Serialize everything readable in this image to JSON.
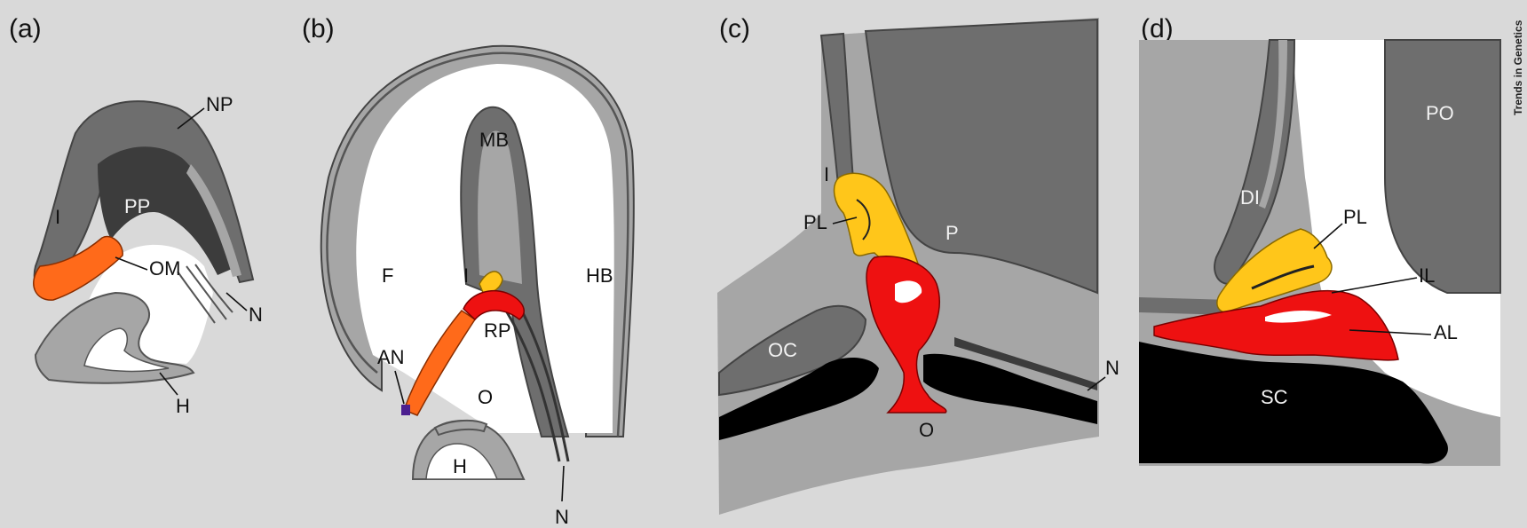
{
  "panels": {
    "a": {
      "tag": "(a)",
      "labels": {
        "np": "NP",
        "pp": "PP",
        "i": "I",
        "om": "OM",
        "n": "N",
        "h": "H"
      }
    },
    "b": {
      "tag": "(b)",
      "labels": {
        "mb": "MB",
        "f": "F",
        "hb": "HB",
        "i": "I",
        "rp": "RP",
        "an": "AN",
        "o": "O",
        "h": "H",
        "n": "N"
      }
    },
    "c": {
      "tag": "(c)",
      "labels": {
        "i": "I",
        "pl": "PL",
        "p": "P",
        "oc": "OC",
        "n": "N",
        "o": "O"
      }
    },
    "d": {
      "tag": "(d)",
      "labels": {
        "po": "PO",
        "di": "DI",
        "pl": "PL",
        "il": "IL",
        "al": "AL",
        "sc": "SC"
      }
    }
  },
  "credit": "Trends in Genetics",
  "colors": {
    "background": "#d9d9d9",
    "light_tissue": "#a6a6a6",
    "mid_tissue": "#6e6e6e",
    "dark_tissue": "#3c3c3c",
    "black": "#000000",
    "orange": "#ff6a1a",
    "red": "#ee1111",
    "yellow": "#ffc61a",
    "purple": "#4b1f8f"
  }
}
